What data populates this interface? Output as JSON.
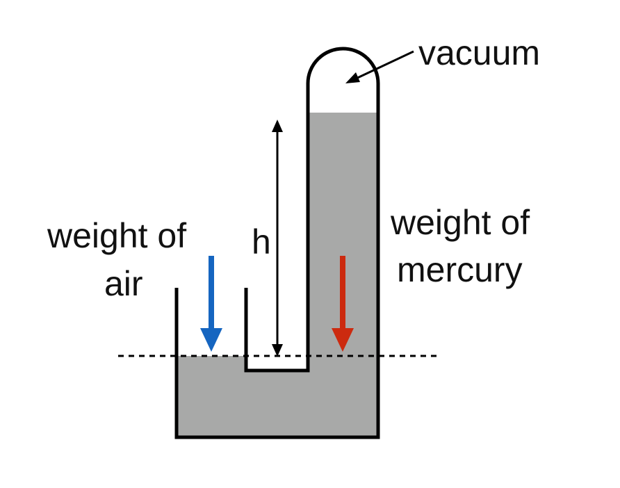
{
  "labels": {
    "vacuum": "vacuum",
    "height": "h",
    "weight_air_line1": "weight of",
    "weight_air_line2": "air",
    "weight_mercury_line1": "weight of",
    "weight_mercury_line2": "mercury"
  },
  "colors": {
    "mercury_fill": "#a8a9a8",
    "outline": "#000000",
    "air_arrow": "#1565c0",
    "mercury_arrow": "#cc2a0f"
  }
}
